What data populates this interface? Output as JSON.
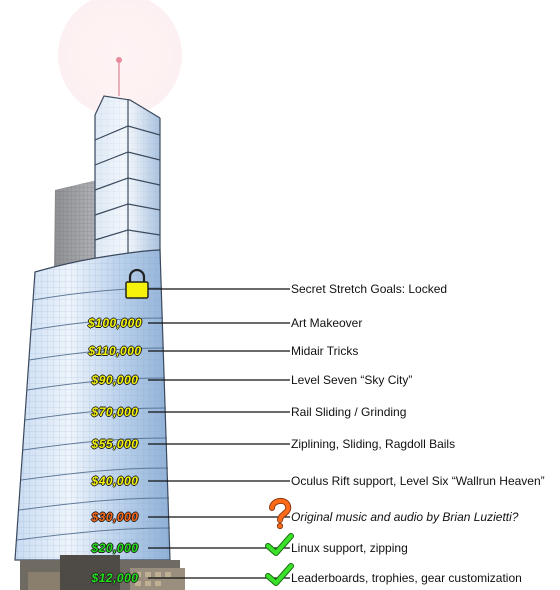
{
  "colors": {
    "locked_yellow": "#f4f40a",
    "future_orange": "#ff6a1a",
    "done_green": "#22e01a",
    "connector": "#111111",
    "glass": "#a9c7e8"
  },
  "goals": [
    {
      "amount": "",
      "label": "Secret Stretch Goals: Locked",
      "status": "locked",
      "marker": "padlock-icon"
    },
    {
      "amount": "$100,000",
      "label": "Art Makeover",
      "status": "pending",
      "marker": ""
    },
    {
      "amount": "$110,000",
      "label": "Midair Tricks",
      "status": "pending",
      "marker": ""
    },
    {
      "amount": "$90,000",
      "label": "Level Seven “Sky City”",
      "status": "pending",
      "marker": ""
    },
    {
      "amount": "$70,000",
      "label": "Rail Sliding / Grinding",
      "status": "pending",
      "marker": ""
    },
    {
      "amount": "$55,000",
      "label": "Ziplining, Sliding, Ragdoll Bails",
      "status": "pending",
      "marker": ""
    },
    {
      "amount": "$40,000",
      "label": "Oculus Rift support, Level Six “Wallrun Heaven”",
      "status": "pending",
      "marker": ""
    },
    {
      "amount": "$30,000",
      "label": "Original music and audio by Brian Luzietti?",
      "status": "uncertain",
      "marker": "question-mark-icon"
    },
    {
      "amount": "$20,000",
      "label": "Linux support, zipping",
      "status": "reached",
      "marker": "checkmark-icon"
    },
    {
      "amount": "$12,000",
      "label": "Leaderboards, trophies, gear customization",
      "status": "reached",
      "marker": "checkmark-icon"
    }
  ]
}
